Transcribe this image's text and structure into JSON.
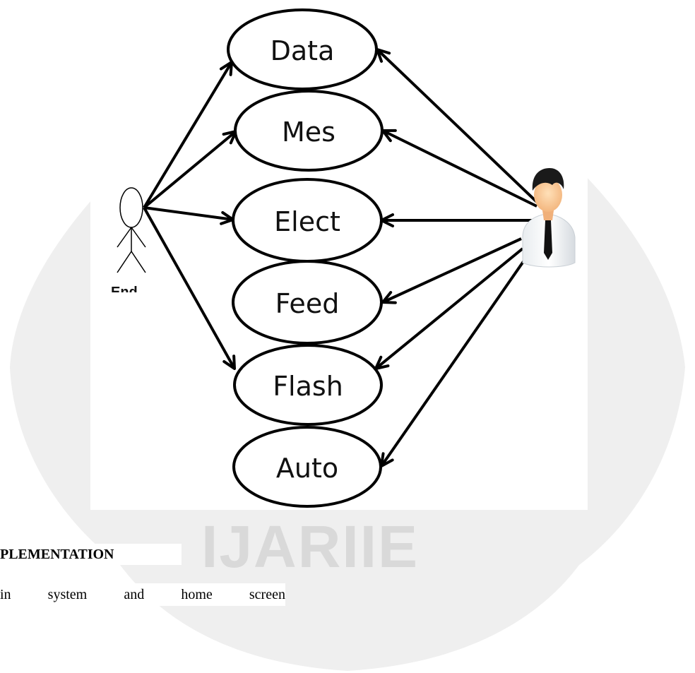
{
  "watermark": {
    "text": "IJARIIE",
    "color": "#d9d9d9"
  },
  "diagram": {
    "actors": [
      {
        "id": "end-user",
        "label": "End",
        "kind": "stick-figure"
      },
      {
        "id": "admin",
        "label": "",
        "kind": "person-avatar"
      }
    ],
    "use_cases": [
      {
        "id": "data",
        "label": "Data"
      },
      {
        "id": "mes",
        "label": "Mes"
      },
      {
        "id": "elect",
        "label": "Elect"
      },
      {
        "id": "feed",
        "label": "Feed"
      },
      {
        "id": "flash",
        "label": "Flash"
      },
      {
        "id": "auto",
        "label": "Auto"
      }
    ],
    "associations": [
      {
        "from": "end-user",
        "to": "data"
      },
      {
        "from": "end-user",
        "to": "mes"
      },
      {
        "from": "end-user",
        "to": "elect"
      },
      {
        "from": "end-user",
        "to": "flash"
      },
      {
        "from": "admin",
        "to": "data"
      },
      {
        "from": "admin",
        "to": "mes"
      },
      {
        "from": "admin",
        "to": "elect"
      },
      {
        "from": "admin",
        "to": "feed"
      },
      {
        "from": "admin",
        "to": "flash"
      },
      {
        "from": "admin",
        "to": "auto"
      }
    ],
    "colors": {
      "stroke": "#000000",
      "fill": "#ffffff"
    }
  },
  "document": {
    "section_heading": "PLEMENTATION",
    "body_words": [
      "in",
      "system",
      "and",
      "home",
      "screen"
    ]
  }
}
